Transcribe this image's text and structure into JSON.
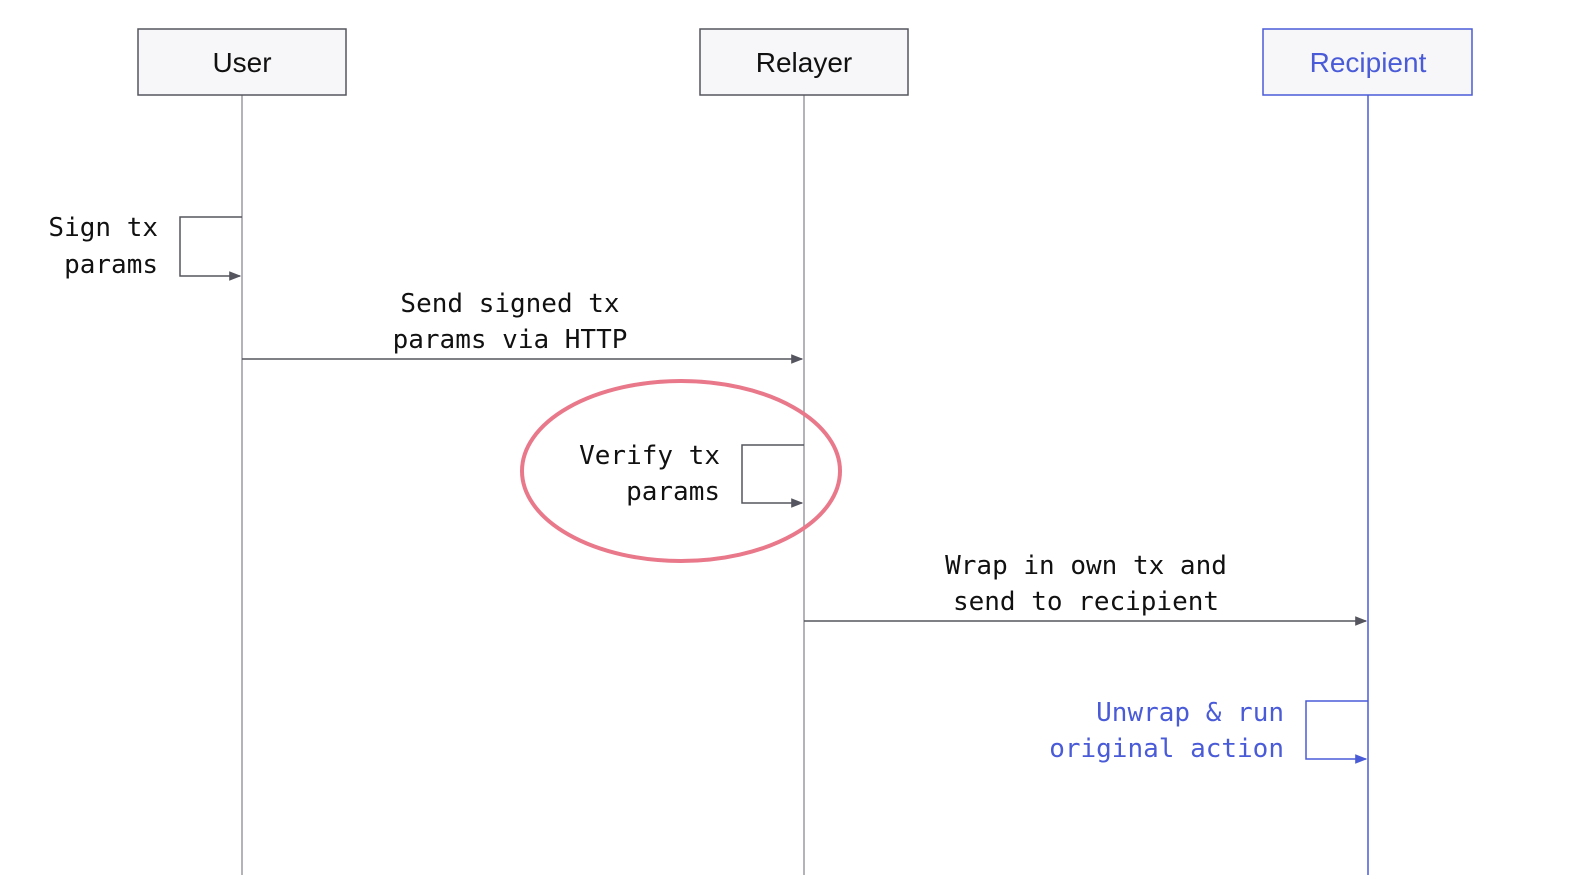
{
  "colors": {
    "default": "#55555f",
    "text": "#111111",
    "accent": "#4a5bd8",
    "highlight": "#e8788a",
    "box_fill": "#f7f7f9"
  },
  "actors": [
    {
      "id": "user",
      "label": "User"
    },
    {
      "id": "relayer",
      "label": "Relayer"
    },
    {
      "id": "recipient",
      "label": "Recipient"
    }
  ],
  "messages": [
    {
      "id": "sign",
      "kind": "self",
      "actor": "user",
      "lines": [
        "Sign tx",
        "params"
      ]
    },
    {
      "id": "send",
      "kind": "arrow",
      "from": "user",
      "to": "relayer",
      "lines": [
        "Send signed tx",
        "params via HTTP"
      ]
    },
    {
      "id": "verify",
      "kind": "self",
      "actor": "relayer",
      "lines": [
        "Verify tx",
        "params"
      ],
      "highlighted": true
    },
    {
      "id": "wrap",
      "kind": "arrow",
      "from": "relayer",
      "to": "recipient",
      "lines": [
        "Wrap in own tx and",
        "send to recipient"
      ]
    },
    {
      "id": "unwrap",
      "kind": "self",
      "actor": "recipient",
      "lines": [
        "Unwrap & run",
        "original action"
      ],
      "accent": true
    }
  ]
}
